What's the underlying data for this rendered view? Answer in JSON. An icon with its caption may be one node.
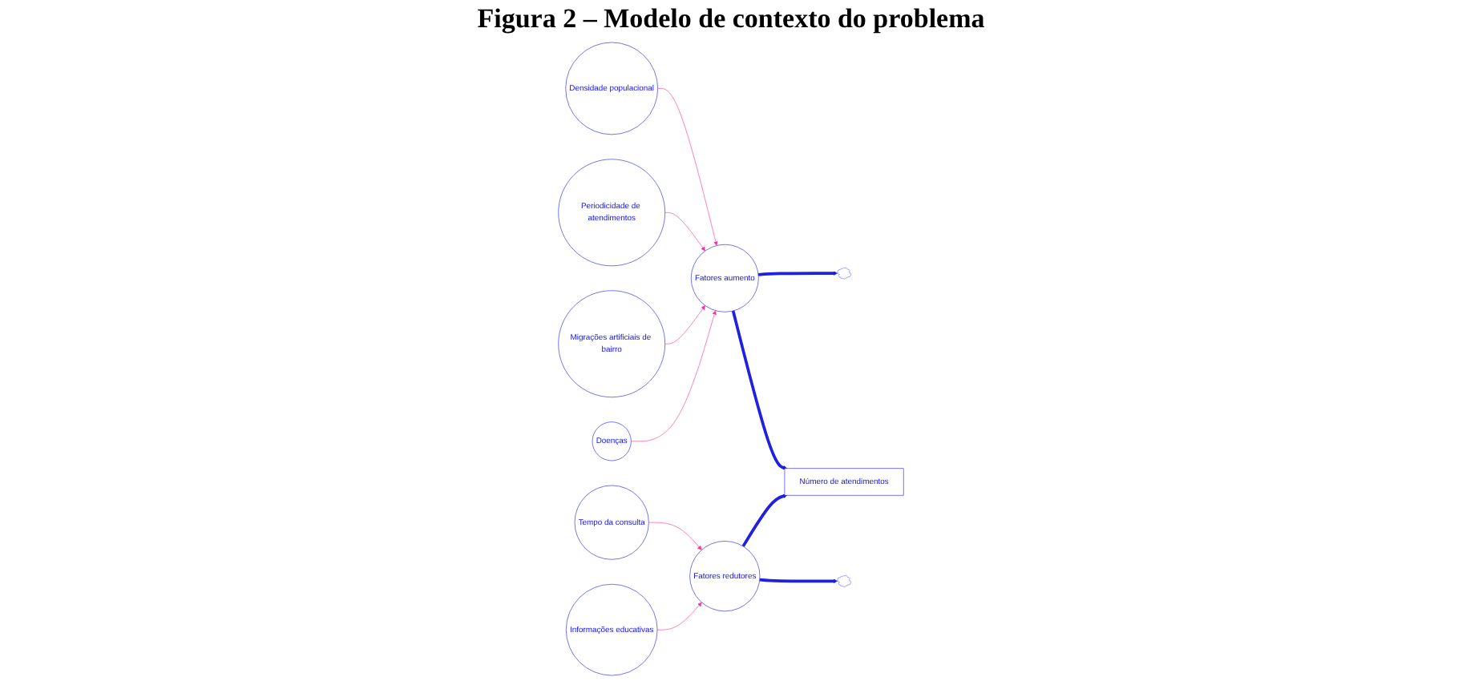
{
  "diagram": {
    "title": "Figura 2 – Modelo de contexto do problema",
    "nodes": [
      {
        "text": [
          "Densidade populacional"
        ]
      },
      {
        "text": [
          "Periodicidade de atendimentos"
        ]
      },
      {
        "text": [
          "Migrações artificiais de bairro"
        ]
      },
      {
        "text": [
          "Doenças"
        ]
      },
      {
        "text": [],
        "shape": "cloud"
      },
      {
        "text": [
          "Fatores aumento"
        ]
      },
      {
        "text": [
          "Número de atendimentos"
        ]
      },
      {
        "text": [
          "Fatores redutores"
        ]
      },
      {
        "text": [],
        "shape": "cloud"
      },
      {
        "text": [
          "Tempo da consulta"
        ]
      },
      {
        "text": [
          "Informações educativas"
        ]
      }
    ],
    "edges": [
      {
        "from": 0,
        "to": 5,
        "arrow": "to"
      },
      {
        "from": 1,
        "to": 5,
        "arrow": "to"
      },
      {
        "from": 2,
        "to": 5,
        "arrow": "to"
      },
      {
        "from": 3,
        "to": 5,
        "arrow": "to"
      },
      {
        "from": 5,
        "to": 4,
        "arrow": "to",
        "style": "thick",
        "color": "#2020e0"
      },
      {
        "from": 5,
        "to": 6,
        "arrow": "to",
        "style": "thick",
        "color": "#2020e0"
      },
      {
        "from": 7,
        "to": 6,
        "arrow": "to",
        "style": "thick",
        "color": "#2020e0"
      },
      {
        "from": 7,
        "to": 8,
        "arrow": "to",
        "style": "thick",
        "color": "#2020e0"
      },
      {
        "from": 9,
        "to": 7,
        "arrow": "to"
      },
      {
        "from": 10,
        "to": 7,
        "arrow": "to"
      }
    ]
  }
}
